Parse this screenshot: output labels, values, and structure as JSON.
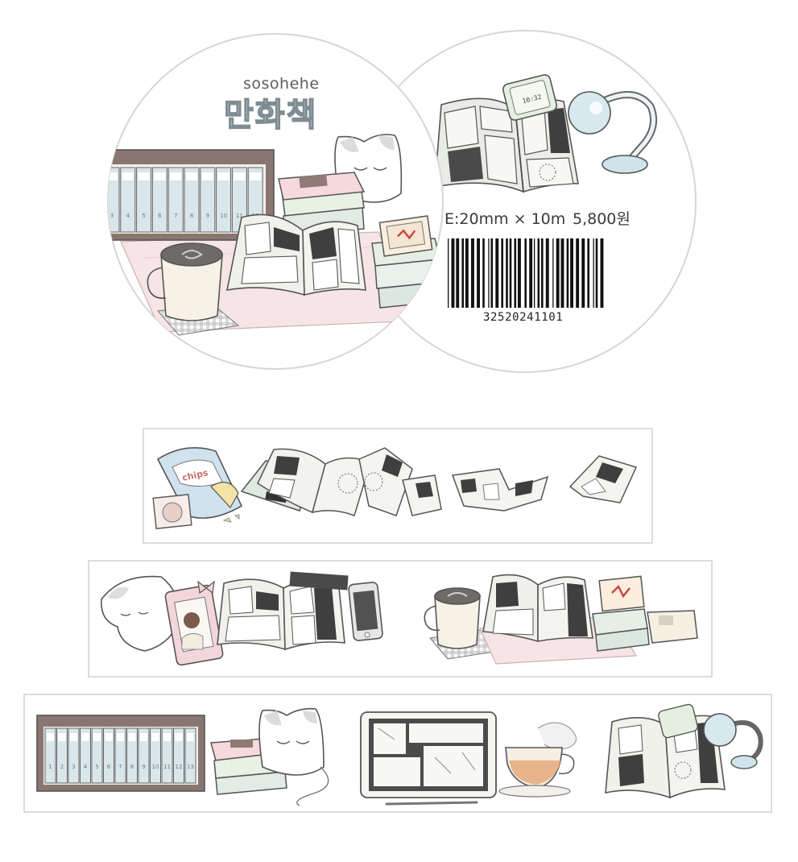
{
  "product": {
    "brand": "sosohehe",
    "title": "만화책",
    "spec_text": "E:20mm × 10m",
    "price_text": "5,800원",
    "barcode_number": "32520241101"
  },
  "illustrations": {
    "shelf_spine_numbers": [
      "3",
      "4",
      "5",
      "6",
      "7",
      "8",
      "9",
      "10",
      "11",
      "12"
    ],
    "bottom_shelf_spine_numbers": [
      "1",
      "2",
      "3",
      "4",
      "5",
      "6",
      "7",
      "8",
      "9",
      "10",
      "11",
      "12",
      "13"
    ],
    "chips_bag_label": "chips",
    "phone_time": "10:32"
  },
  "colors": {
    "outline": "#555555",
    "cream": "#f7f2e6",
    "shelf_brown": "#8a7670",
    "spine_blue": "#d9e6ea",
    "pink": "#f2d6dc",
    "mint": "#d8e6df",
    "lamp_blue": "#d7e8ef",
    "tea": "#e7b48c",
    "coffee": "#6d6a68"
  }
}
